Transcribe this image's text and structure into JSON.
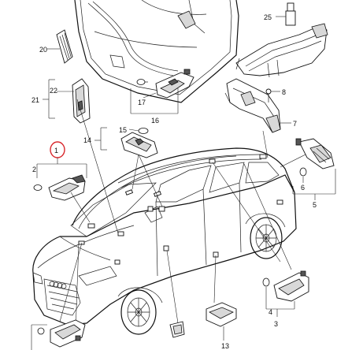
{
  "highlight_color": "#d8262b",
  "callouts": {
    "c1": "1",
    "c2": "2",
    "c3": "3",
    "c4": "4",
    "c5": "5",
    "c6": "6",
    "c7": "7",
    "c8": "8",
    "c13": "13",
    "c14": "14",
    "c15": "15",
    "c16": "16",
    "c17": "17",
    "c20": "20",
    "c21": "21",
    "c22": "22",
    "c25": "25"
  }
}
